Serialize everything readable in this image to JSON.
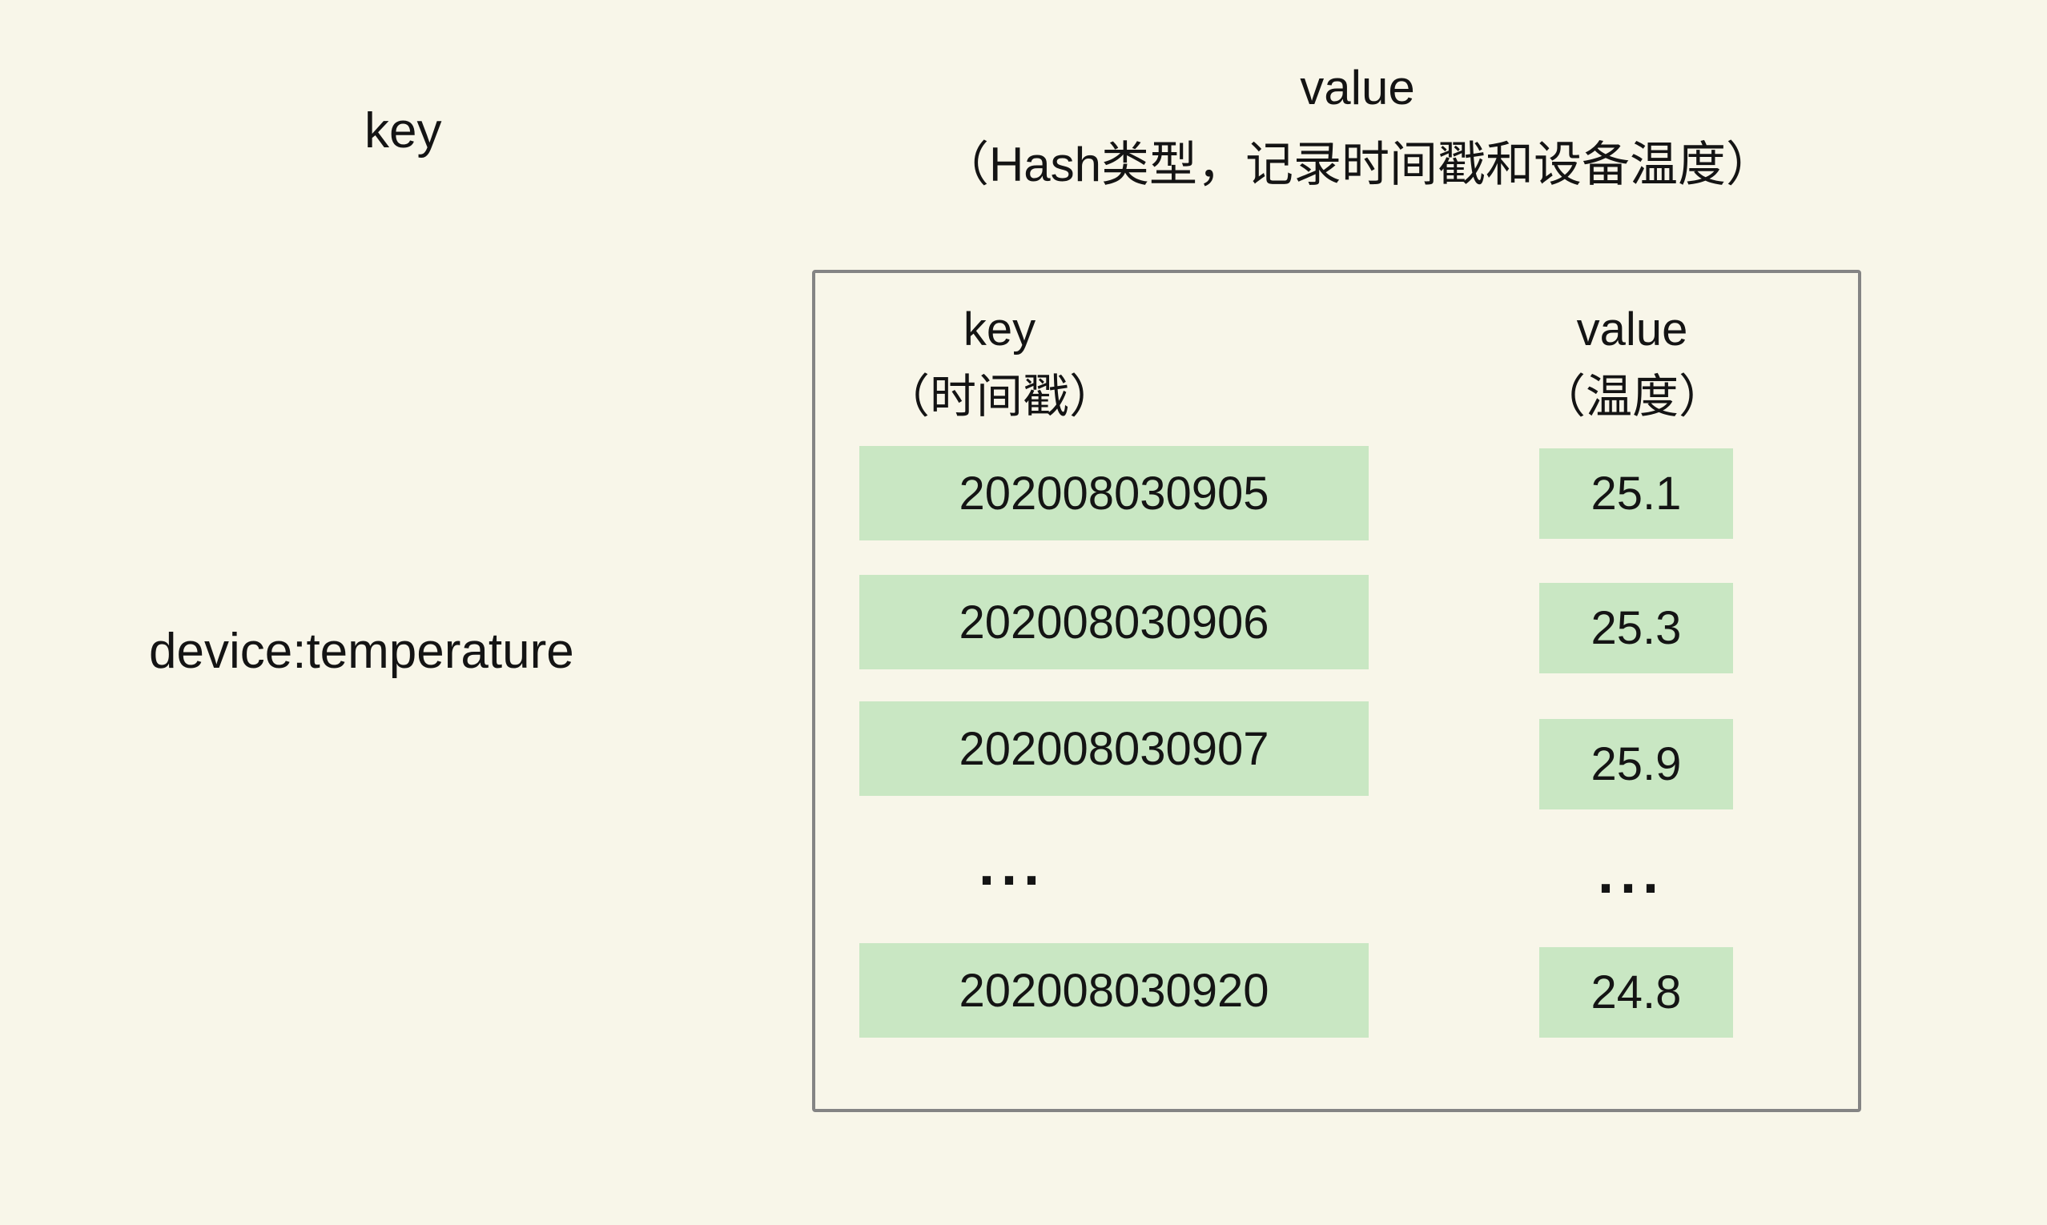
{
  "colors": {
    "background": "#f8f6e9",
    "cell_green": "#c9e7c3",
    "box_border": "#848484",
    "text": "#141414"
  },
  "labels": {
    "outer_key_label": "key",
    "outer_value_label_line1": "value",
    "outer_value_label_line2": "（Hash类型，记录时间戳和设备温度）",
    "outer_key_value": "device:temperature"
  },
  "hash_table": {
    "key_header_line1": "key",
    "key_header_line2": "（时间戳）",
    "value_header_line1": "value",
    "value_header_line2": "（温度）",
    "rows": [
      {
        "timestamp": "202008030905",
        "temperature": "25.1"
      },
      {
        "timestamp": "202008030906",
        "temperature": "25.3"
      },
      {
        "timestamp": "202008030907",
        "temperature": "25.9"
      },
      {
        "timestamp": "202008030920",
        "temperature": "24.8"
      }
    ],
    "ellipsis": "..."
  }
}
